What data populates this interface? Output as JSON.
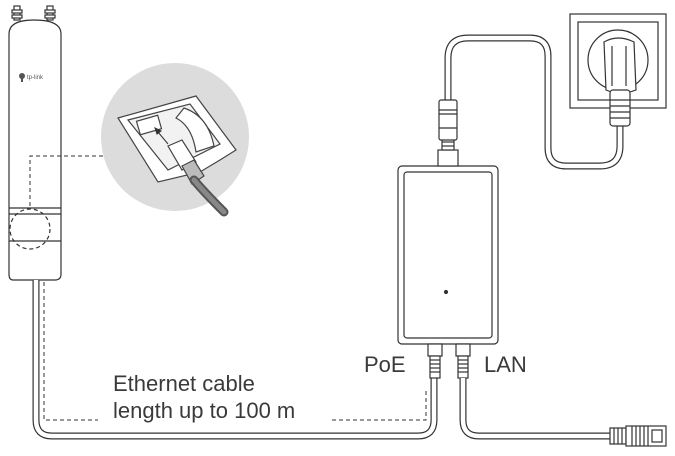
{
  "diagram": {
    "labels": {
      "cable_line1": "Ethernet cable",
      "cable_line2": "length up to 100 m",
      "poe_port": "PoE",
      "lan_port": "LAN",
      "brand_logo": "tp-link"
    },
    "components": [
      "access-point",
      "ethernet-port-closeup",
      "poe-injector",
      "wall-outlet",
      "power-plug",
      "rj45-connector"
    ],
    "colors": {
      "stroke": "#333333",
      "closeup_bg": "#dcdcdc",
      "device_body": "#ffffff"
    }
  }
}
